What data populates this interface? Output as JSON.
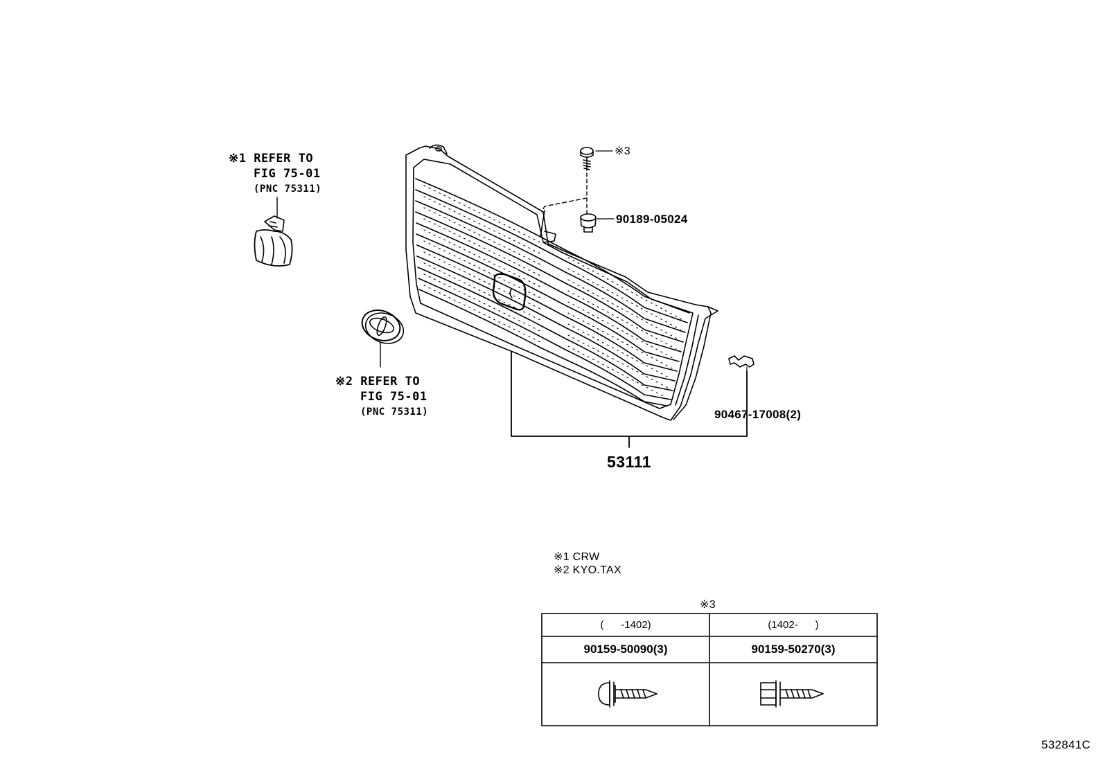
{
  "callouts": {
    "ref1_line1": "※1 REFER TO",
    "ref1_line2": "FIG 75-01",
    "ref1_line3": "(PNC 75311)",
    "ref2_line1": "※2 REFER TO",
    "ref2_line2": "FIG 75-01",
    "ref2_line3": "(PNC 75311)",
    "screw_note": "※3",
    "clip_part": "90189-05024",
    "nut_part": "90467-17008(2)",
    "grille_part": "53111"
  },
  "notes": {
    "note1": "※1 CRW",
    "note2": "※2 KYO.TAX",
    "table_title": "※3"
  },
  "variant_table": {
    "columns": [
      {
        "range": "(      -1402)",
        "part": "90159-50090(3)",
        "icon": "round-head-screw-icon"
      },
      {
        "range": "(1402-      )",
        "part": "90159-50270(3)",
        "icon": "hex-head-screw-icon"
      }
    ]
  },
  "figure_id": "532841C"
}
